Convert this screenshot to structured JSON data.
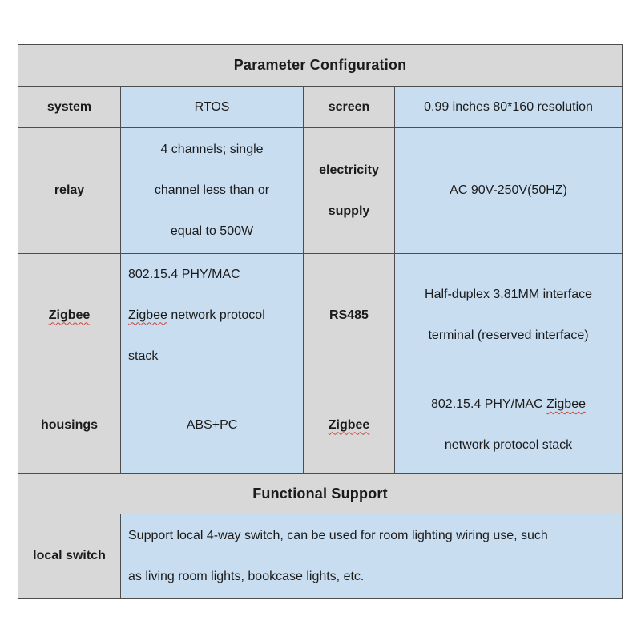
{
  "palette": {
    "page_bg": "#ffffff",
    "header_bg": "#d8d8d8",
    "label_bg": "#d8d8d8",
    "value_bg": "#c8ddf0",
    "border": "#4d4d4d",
    "text": "#1b1b1b",
    "squiggle_underline": "#c9473a"
  },
  "param_table": {
    "title": "Parameter Configuration",
    "rows": [
      {
        "cells": [
          {
            "lines": [
              {
                "text": "system"
              }
            ]
          },
          {
            "lines": [
              {
                "text": "RTOS"
              }
            ]
          },
          {
            "lines": [
              {
                "text": "screen"
              }
            ]
          },
          {
            "lines": [
              {
                "text": "0.99 inches 80*160 resolution"
              }
            ]
          }
        ]
      },
      {
        "cells": [
          {
            "lines": [
              {
                "text": "relay"
              }
            ]
          },
          {
            "lines": [
              {
                "text": "4 channels; single"
              },
              {
                "text": "channel less than or"
              },
              {
                "text": "equal to 500W"
              }
            ]
          },
          {
            "lines": [
              {
                "text": "electricity"
              },
              {
                "text": "supply"
              }
            ]
          },
          {
            "lines": [
              {
                "text": "AC 90V-250V(50HZ)"
              }
            ]
          }
        ]
      },
      {
        "cells": [
          {
            "lines": [
              {
                "sq": "Zigbee"
              }
            ]
          },
          {
            "lines": [
              {
                "text": "802.15.4 PHY/MAC"
              },
              {
                "sq": "Zigbee",
                "post": " network protocol"
              },
              {
                "text": "stack"
              }
            ]
          },
          {
            "lines": [
              {
                "text": "RS485"
              }
            ]
          },
          {
            "lines": [
              {
                "text": "Half-duplex 3.81MM interface"
              },
              {
                "text": "terminal (reserved interface)"
              }
            ]
          }
        ]
      },
      {
        "cells": [
          {
            "lines": [
              {
                "text": "housings"
              }
            ]
          },
          {
            "lines": [
              {
                "text": "ABS+PC"
              }
            ]
          },
          {
            "lines": [
              {
                "sq": "Zigbee"
              }
            ]
          },
          {
            "lines": [
              {
                "pre": "802.15.4 PHY/MAC ",
                "sq": "Zigbee"
              },
              {
                "text": "network protocol stack"
              }
            ]
          }
        ]
      }
    ]
  },
  "functional_table": {
    "title": "Functional Support",
    "rows": [
      {
        "cells": [
          {
            "lines": [
              {
                "text": "local switch"
              }
            ]
          },
          {
            "lines": [
              {
                "text": "Support local 4-way switch, can be used for room lighting wiring use, such"
              },
              {
                "text": "as living room lights, bookcase lights, etc."
              }
            ]
          }
        ]
      }
    ]
  }
}
